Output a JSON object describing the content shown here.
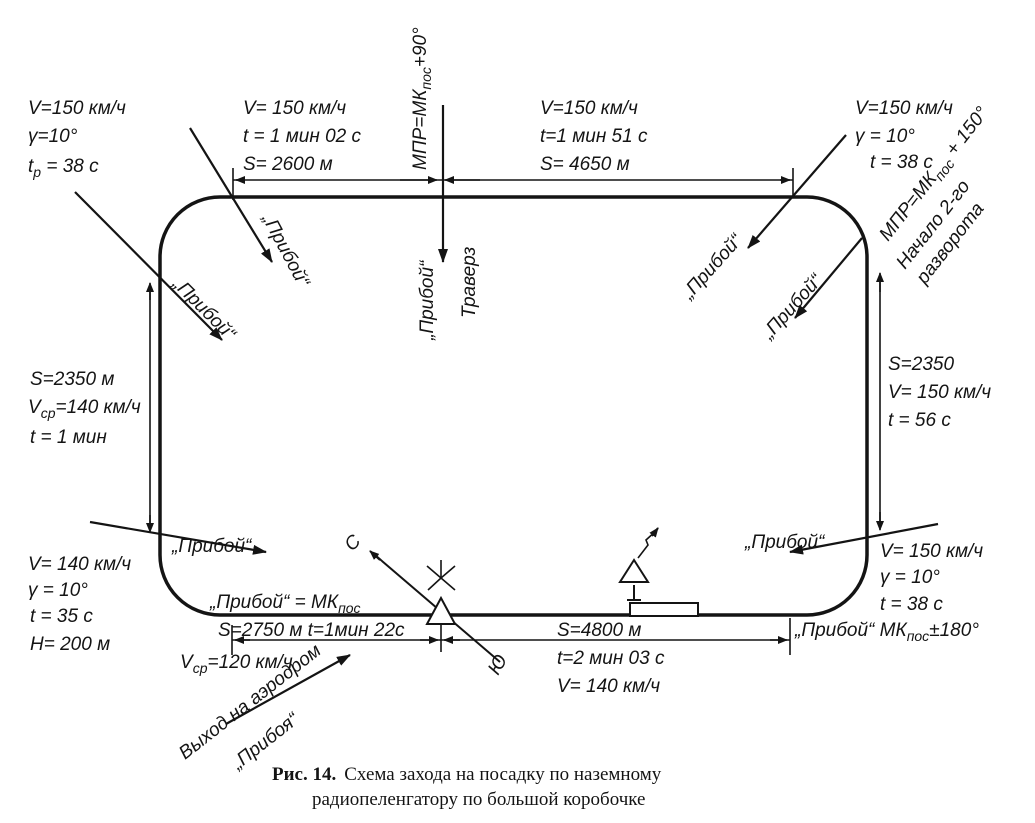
{
  "diagram": {
    "top_left": [
      "V=150 км/ч",
      "γ=10°",
      "t",
      "р",
      " = 38 с"
    ],
    "top_seg1": [
      "V= 150 км/ч",
      "t = 1 мин 02 с",
      "S= 2600 м"
    ],
    "top_mpr": "МПР=МК",
    "top_mpr_sub": "пос",
    "top_mpr_suffix": "+90°",
    "top_seg2": [
      "V=150 км/ч",
      "t=1 мин 51 с",
      "S= 4650 м"
    ],
    "top_right": [
      "V=150 км/ч",
      "γ = 10°",
      "t = 38 с"
    ],
    "right_mpr": "МПР=МК",
    "right_mpr_sub": "пос",
    "right_mpr_suffix": " + 150°",
    "right_start": [
      "Начало 2-го",
      "разворота"
    ],
    "left_side": [
      "S=2350 м",
      "V",
      "ср",
      "=140 км/ч",
      "t = 1 мин"
    ],
    "right_side": [
      "S=2350",
      "V= 150 км/ч",
      "t = 56 с"
    ],
    "bottom_left": [
      "V= 140 км/ч",
      "γ = 10°",
      "t = 35 с",
      "H= 200 м"
    ],
    "bottom_right": [
      "V= 150 км/ч",
      "γ = 10°",
      "t = 38 с"
    ],
    "bottom_seg1": "S=2750 м  t=1мин 22с",
    "bottom_vcp": "V",
    "bottom_vcp_sub": "ср",
    "bottom_vcp_suffix": "=120 км/ч",
    "bottom_seg2": [
      "S=4800 м",
      "t=2 мин 03 с",
      "V= 140 км/ч"
    ],
    "priboy": "„Прибой“",
    "traverse": "Траверз",
    "priboy_mk": "„Прибой“ = МК",
    "priboy_mk_sub": "пос",
    "priboy_mk180": "„Прибой“ МК",
    "priboy_mk180_sub": "пос",
    "priboy_mk180_suffix": "±180°",
    "exit_lines": [
      "Выход на аэродром",
      "„Прибоя“"
    ],
    "north": "С",
    "south": "Ю"
  },
  "caption": {
    "prefix": "Рис. 14.",
    "line1": "Схема захода на посадку по наземному",
    "line2": "радиопеленгатору по большой коробочке"
  },
  "colors": {
    "ink": "#141414",
    "paper": "#ffffff"
  }
}
